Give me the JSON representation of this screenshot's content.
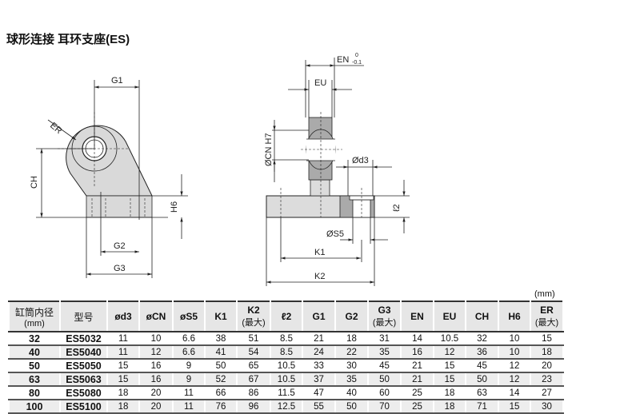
{
  "title": "球形连接 耳环支座(ES)",
  "left_view": {
    "g1": "G1",
    "er": "ER",
    "ch": "CH",
    "h6": "H6",
    "g2": "G2",
    "g3": "G3"
  },
  "right_view": {
    "en": "EN",
    "en_tol_upper": "0",
    "en_tol_lower": "-0.1",
    "eu": "EU",
    "cn": "ØCN H7",
    "d3": "Ød3",
    "l2": "ℓ2",
    "s5": "ØS5",
    "k1": "K1",
    "k2": "K2"
  },
  "unit": "(mm)",
  "table": {
    "headers": [
      {
        "main": "缸筒内径",
        "sub": "(mm)"
      },
      {
        "main": "型号",
        "sub": ""
      },
      {
        "main": "ød3",
        "sub": ""
      },
      {
        "main": "øCN",
        "sub": ""
      },
      {
        "main": "øS5",
        "sub": ""
      },
      {
        "main": "K1",
        "sub": ""
      },
      {
        "main": "K2",
        "sub": "(最大)"
      },
      {
        "main": "ℓ2",
        "sub": ""
      },
      {
        "main": "G1",
        "sub": ""
      },
      {
        "main": "G2",
        "sub": ""
      },
      {
        "main": "G3",
        "sub": "(最大)"
      },
      {
        "main": "EN",
        "sub": ""
      },
      {
        "main": "EU",
        "sub": ""
      },
      {
        "main": "CH",
        "sub": ""
      },
      {
        "main": "H6",
        "sub": ""
      },
      {
        "main": "ER",
        "sub": "(最大)"
      }
    ],
    "rows": [
      [
        "32",
        "ES5032",
        "11",
        "10",
        "6.6",
        "38",
        "51",
        "8.5",
        "21",
        "18",
        "31",
        "14",
        "10.5",
        "32",
        "10",
        "15"
      ],
      [
        "40",
        "ES5040",
        "11",
        "12",
        "6.6",
        "41",
        "54",
        "8.5",
        "24",
        "22",
        "35",
        "16",
        "12",
        "36",
        "10",
        "18"
      ],
      [
        "50",
        "ES5050",
        "15",
        "16",
        "9",
        "50",
        "65",
        "10.5",
        "33",
        "30",
        "45",
        "21",
        "15",
        "45",
        "12",
        "20"
      ],
      [
        "63",
        "ES5063",
        "15",
        "16",
        "9",
        "52",
        "67",
        "10.5",
        "37",
        "35",
        "50",
        "21",
        "15",
        "50",
        "12",
        "23"
      ],
      [
        "80",
        "ES5080",
        "18",
        "20",
        "11",
        "66",
        "86",
        "11.5",
        "47",
        "40",
        "60",
        "25",
        "18",
        "63",
        "14",
        "27"
      ],
      [
        "100",
        "ES5100",
        "18",
        "20",
        "11",
        "76",
        "96",
        "12.5",
        "55",
        "50",
        "70",
        "25",
        "18",
        "71",
        "15",
        "30"
      ]
    ]
  }
}
